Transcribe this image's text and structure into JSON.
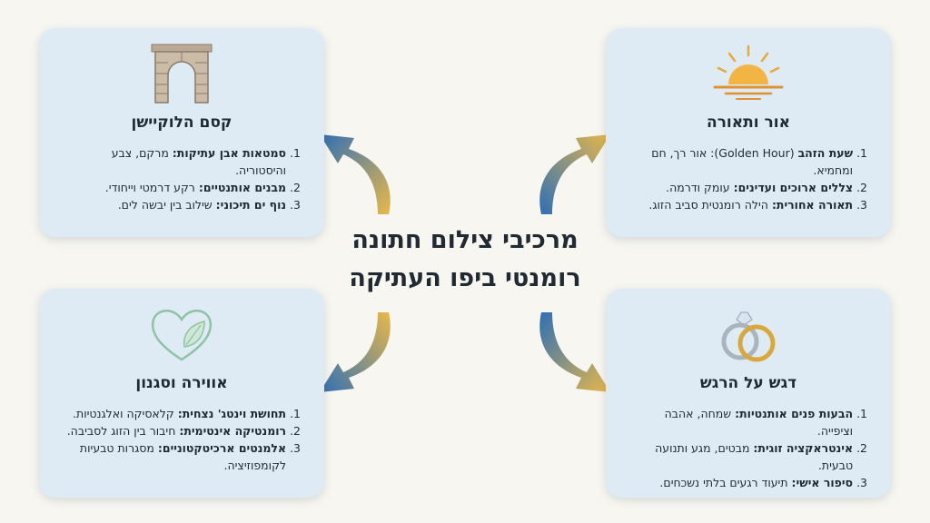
{
  "center_title": {
    "line1": "מרכיבי צילום חתונה",
    "line2": "רומנטי ביפו העתיקה"
  },
  "cards": {
    "light": {
      "icon": "sunset-icon",
      "title": "אור ותאורה",
      "items": [
        {
          "num": "1.",
          "bold": "שעת הזהב",
          "rest": " (Golden Hour): אור רך, חם ומחמיא."
        },
        {
          "num": "2.",
          "bold": "צללים ארוכים ועדינים:",
          "rest": " עומק ודרמה."
        },
        {
          "num": "3.",
          "bold": "תאורה אחורית:",
          "rest": " הילה רומנטית סביב הזוג."
        }
      ]
    },
    "location": {
      "icon": "stone-arch-icon",
      "title": "קסם הלוקיישן",
      "items": [
        {
          "num": "1.",
          "bold": "סמטאות אבן עתיקות:",
          "rest": " מרקם, צבע והיסטוריה."
        },
        {
          "num": "2.",
          "bold": "מבנים אותנטיים:",
          "rest": " רקע דרמטי וייחודי."
        },
        {
          "num": "3.",
          "bold": "נוף ים תיכוני:",
          "rest": " שילוב בין יבשה לים."
        }
      ]
    },
    "emotion": {
      "icon": "wedding-rings-icon",
      "title": "דגש על הרגש",
      "items": [
        {
          "num": "1.",
          "bold": "הבעות פנים אותנטיות:",
          "rest": " שמחה, אהבה וציפייה."
        },
        {
          "num": "2.",
          "bold": "אינטראקציה זוגית:",
          "rest": " מבטים, מגע ותנועה טבעית."
        },
        {
          "num": "3.",
          "bold": "סיפור אישי:",
          "rest": " תיעוד רגעים בלתי נשכחים."
        }
      ]
    },
    "atmosphere": {
      "icon": "heart-leaf-icon",
      "title": "אווירה וסגנון",
      "items": [
        {
          "num": "1.",
          "bold": "תחושת וינטג' נצחית:",
          "rest": " קלאסיקה ואלגנטיות."
        },
        {
          "num": "2.",
          "bold": "רומנטיקה אינטימית:",
          "rest": " חיבור בין הזוג לסביבה."
        },
        {
          "num": "3.",
          "bold": "אלמנטים ארכיטקטוניים:",
          "rest": " מסגרות טבעיות לקומפוזיציה."
        }
      ]
    }
  },
  "colors": {
    "card_bg": "#deebf5",
    "page_bg": "#f7f6f1",
    "arrow_gold": "#e8b84a",
    "arrow_blue": "#2f6fb5"
  }
}
